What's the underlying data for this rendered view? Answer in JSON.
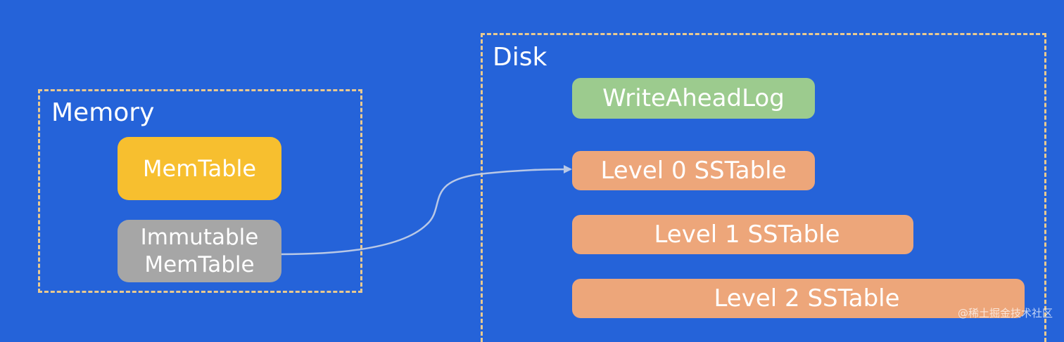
{
  "diagram": {
    "regions": {
      "memory": "Memory",
      "disk": "Disk"
    },
    "memory_boxes": {
      "memtable": "MemTable",
      "immutable_line_1": "Immutable",
      "immutable_line_2": "MemTable"
    },
    "disk_boxes": {
      "wal": "WriteAheadLog",
      "level0": "Level 0 SSTable",
      "level1": "Level 1 SSTable",
      "level2": "Level 2 SSTable"
    },
    "colors": {
      "background": "#2563d9",
      "memtable": "#f7bf2f",
      "immutable_memtable": "#a6a6a6",
      "write_ahead_log": "#9ccb8e",
      "sstable": "#eda67a",
      "dashed_border": "#e9c98f",
      "arrow": "#b9c8e6"
    }
  },
  "watermark": "@稀土掘金技术社区"
}
